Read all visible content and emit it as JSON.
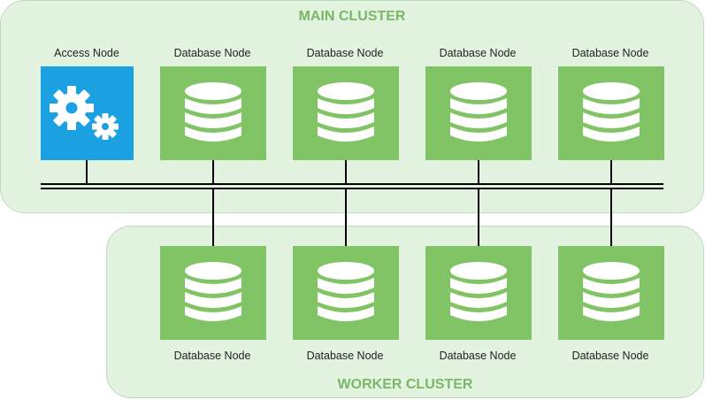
{
  "main_cluster": {
    "title": "MAIN CLUSTER"
  },
  "worker_cluster": {
    "title": "WORKER CLUSTER"
  },
  "access_node": {
    "label": "Access Node",
    "icon": "gears-icon"
  },
  "main_db_nodes": [
    {
      "label": "Database Node"
    },
    {
      "label": "Database Node"
    },
    {
      "label": "Database Node"
    },
    {
      "label": "Database Node"
    }
  ],
  "worker_db_nodes": [
    {
      "label": "Database Node"
    },
    {
      "label": "Database Node"
    },
    {
      "label": "Database Node"
    },
    {
      "label": "Database Node"
    }
  ],
  "colors": {
    "cluster_fill": "#e2f3df",
    "cluster_title": "#7cb767",
    "db_node": "#80c465",
    "access_node": "#1ba1e2",
    "icon": "#ffffff"
  }
}
